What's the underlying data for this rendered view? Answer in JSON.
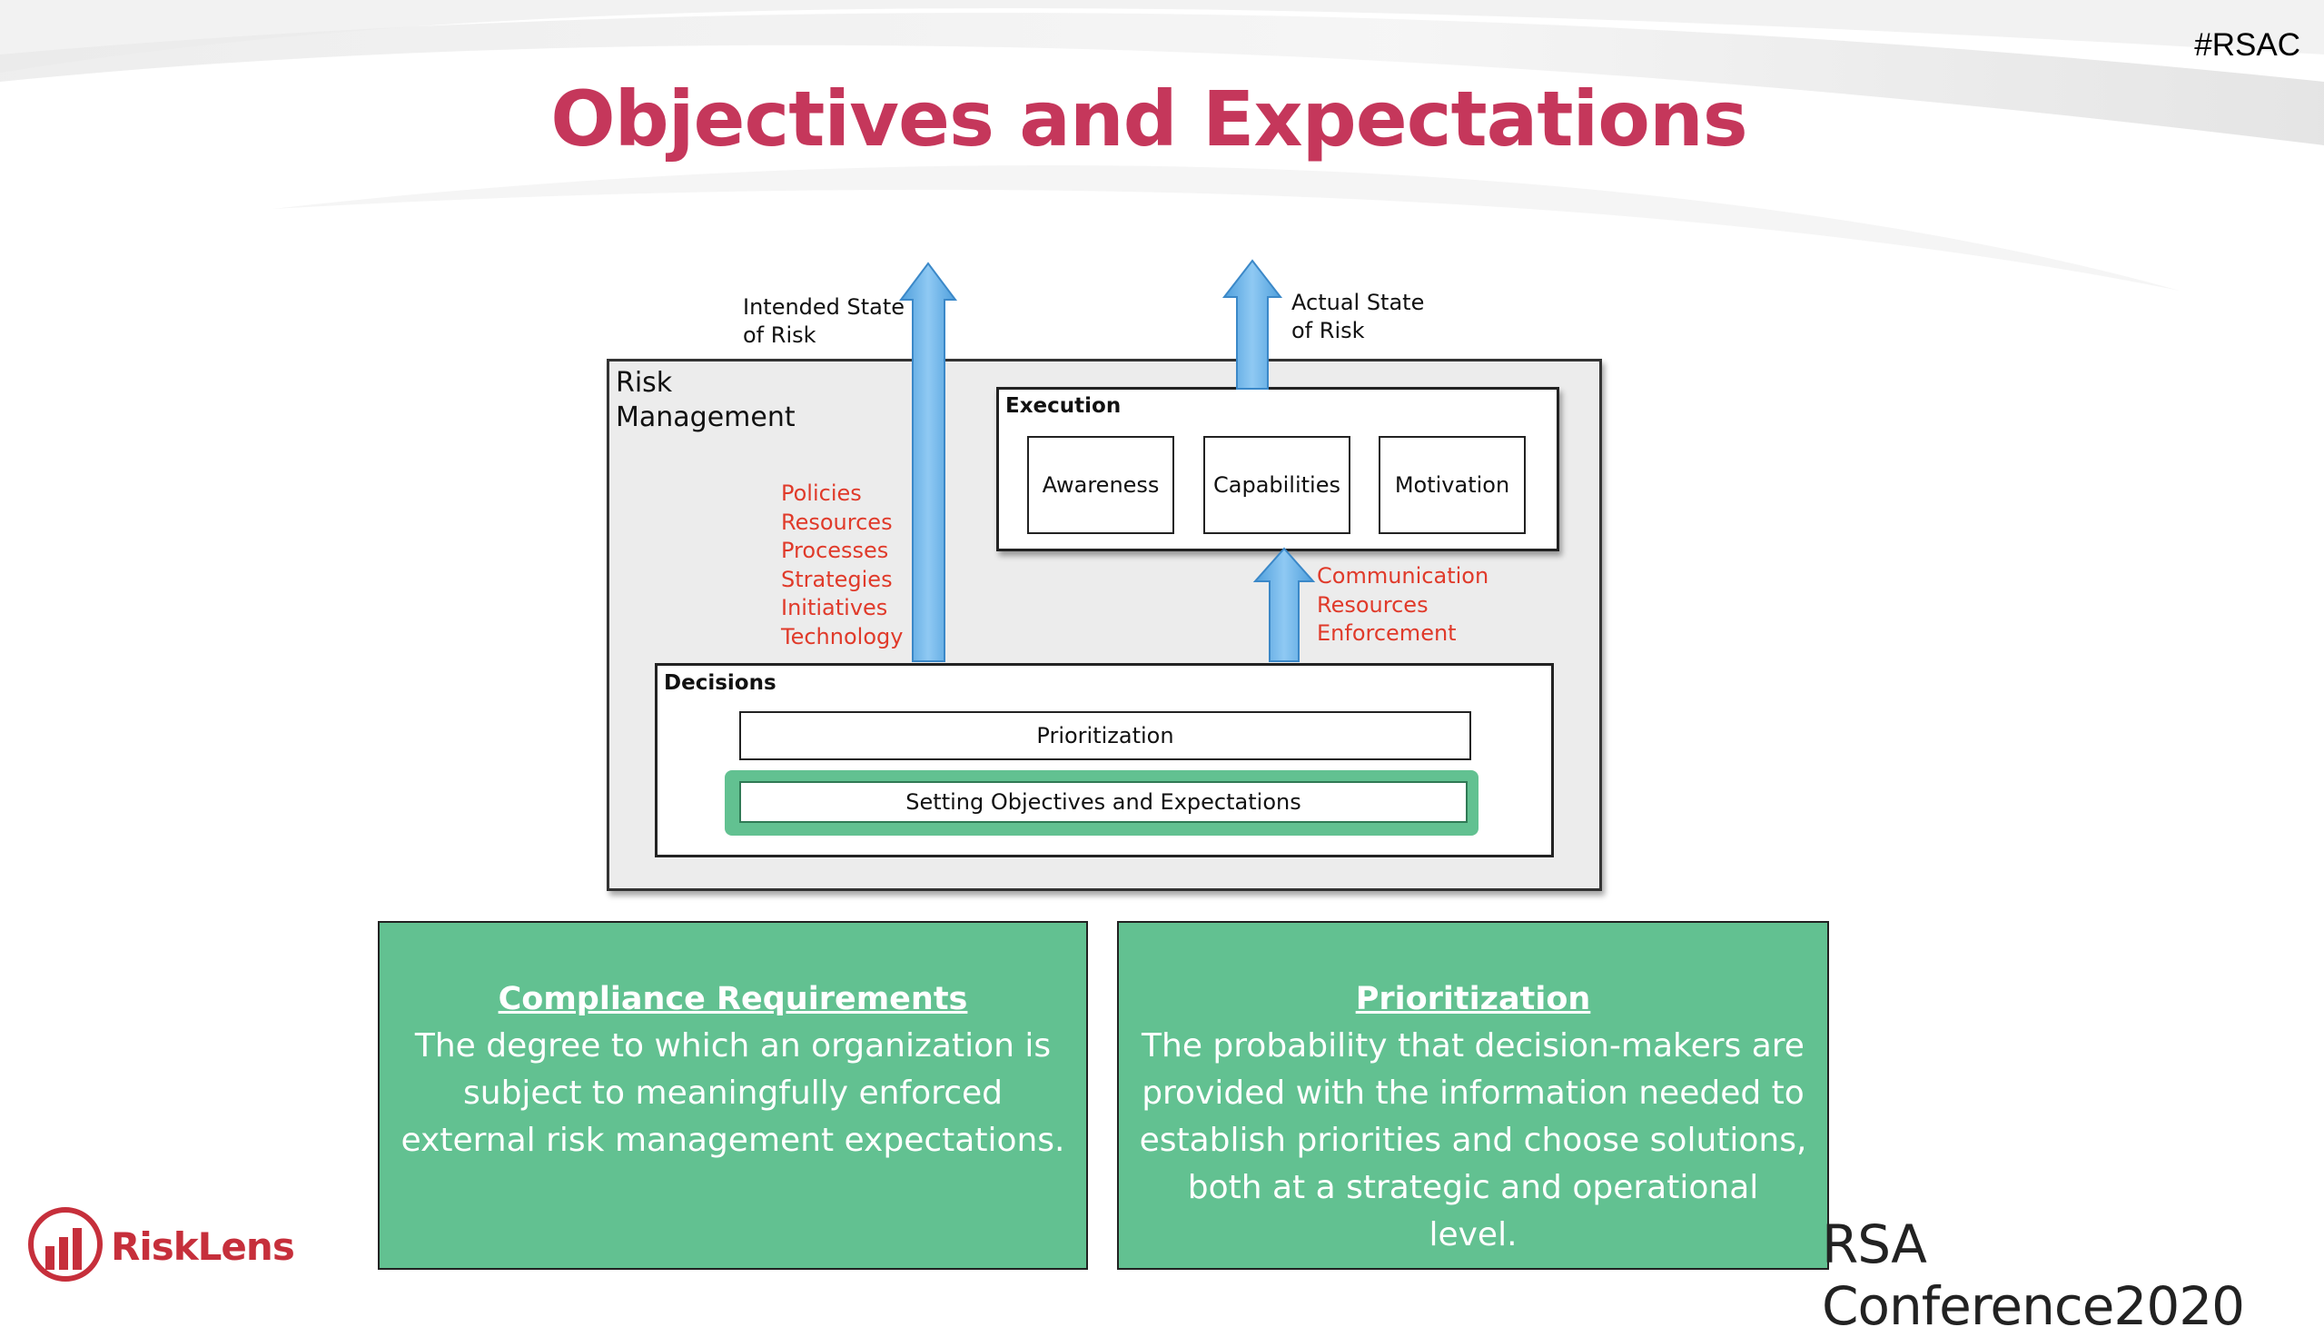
{
  "hashtag": "#RSAC",
  "title": "Objectives and Expectations",
  "diagram": {
    "intended_state": [
      "Intended State",
      "of Risk"
    ],
    "actual_state": [
      "Actual State",
      "of Risk"
    ],
    "risk_management": [
      "Risk",
      "Management"
    ],
    "left_list": [
      "Policies",
      "Resources",
      "Processes",
      "Strategies",
      "Initiatives",
      "Technology"
    ],
    "execution": {
      "label": "Execution",
      "items": [
        "Awareness",
        "Capabilities",
        "Motivation"
      ]
    },
    "right_list": [
      "Communication",
      "Resources",
      "Enforcement"
    ],
    "decisions": {
      "label": "Decisions",
      "prioritization": "Prioritization",
      "setting": "Setting Objectives and Expectations"
    }
  },
  "cards": [
    {
      "heading": "Compliance Requirements",
      "body": "The degree to which an organization is subject to meaningfully enforced external risk management expectations."
    },
    {
      "heading": "Prioritization",
      "body": "The probability that decision-makers are provided with the information needed to establish priorities and choose solutions, both at a strategic and operational level."
    }
  ],
  "footer": {
    "logo": "RiskLens",
    "conference": "RSA Conference2020"
  },
  "colors": {
    "title": "#c5375b",
    "card": "#62c191",
    "arrow": "#6cb4ea",
    "red_text": "#e03a2a"
  }
}
